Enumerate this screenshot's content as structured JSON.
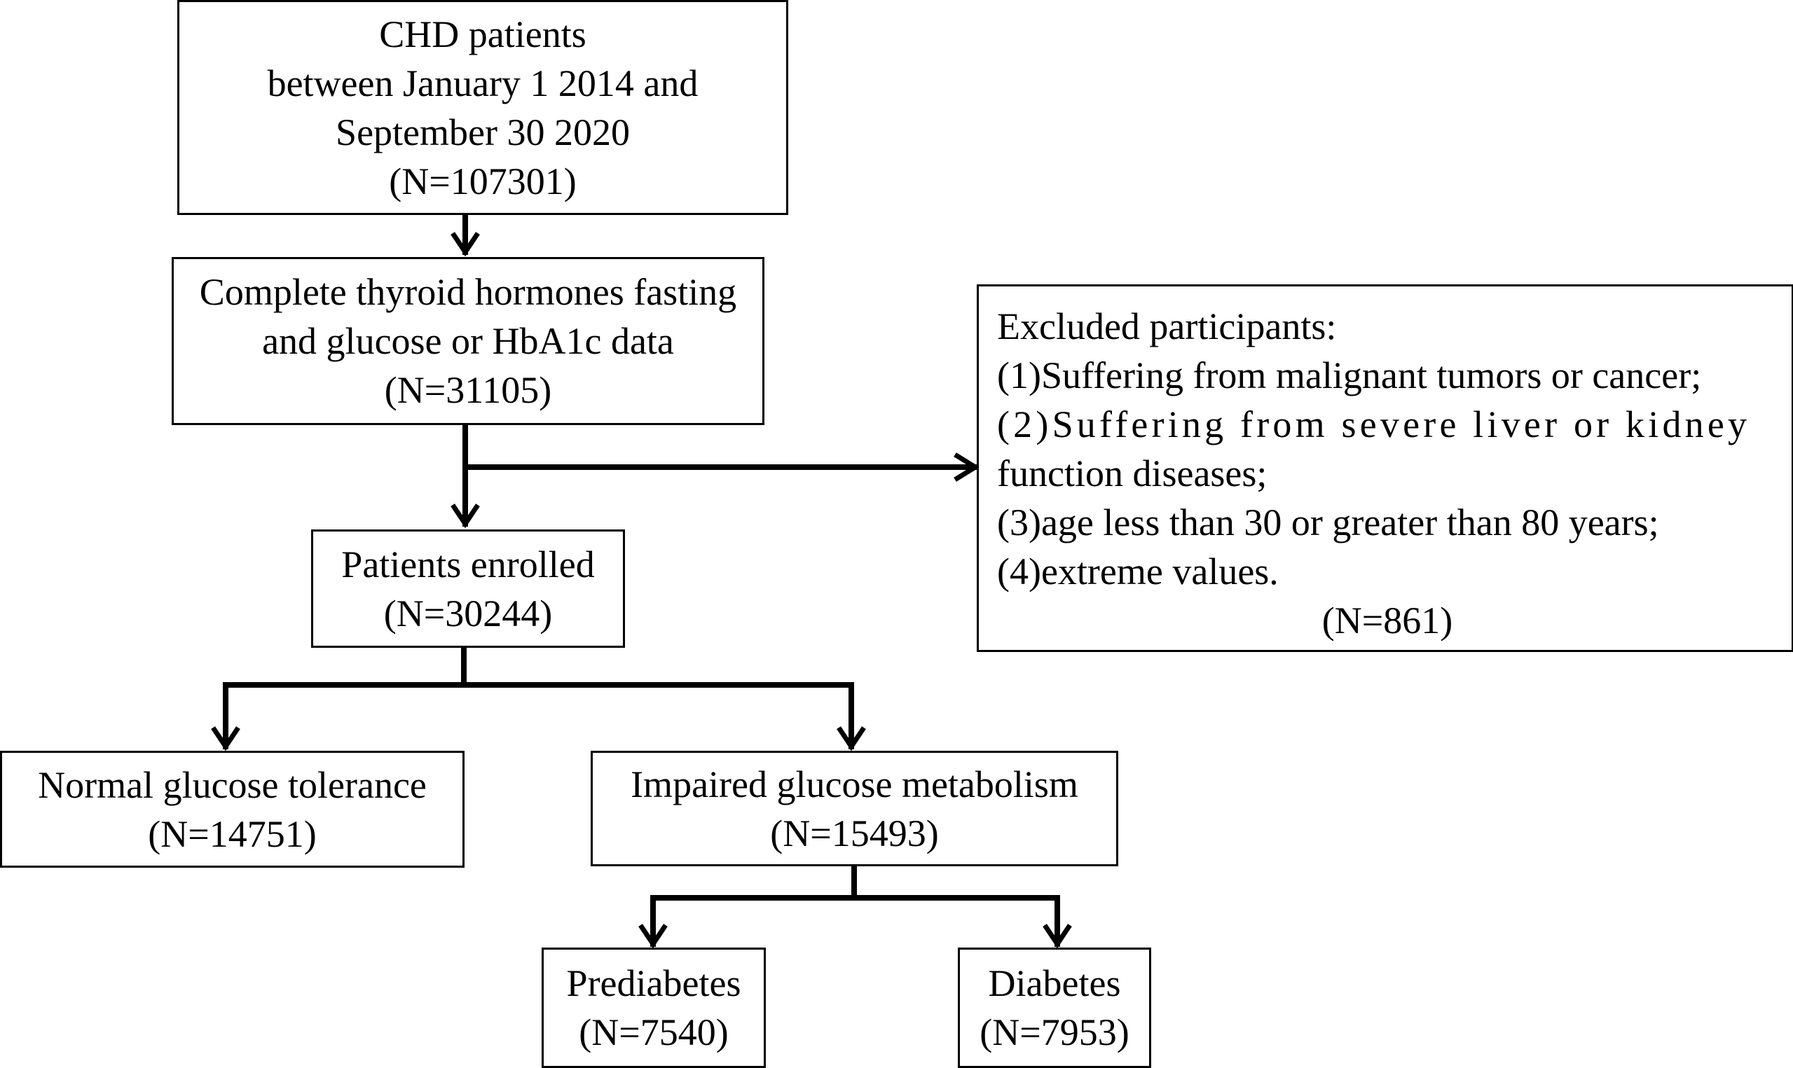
{
  "flowchart": {
    "source": {
      "line1": "CHD patients",
      "line2": "between January 1 2014 and",
      "line3": "September 30 2020",
      "count": "(N=107301)"
    },
    "complete_data": {
      "line1": "Complete thyroid hormones fasting",
      "line2": "and glucose or HbA1c data",
      "count": "(N=31105)"
    },
    "excluded": {
      "title": "Excluded participants:",
      "criteria": [
        "(1)Suffering from malignant tumors or cancer;",
        "(2)Suffering from severe liver or kidney",
        "function diseases;",
        "(3)age less than 30 or greater than 80 years;",
        "(4)extreme values."
      ],
      "count": "(N=861)"
    },
    "enrolled": {
      "label": "Patients enrolled",
      "count": "(N=30244)"
    },
    "normal": {
      "label": "Normal glucose tolerance",
      "count": "(N=14751)"
    },
    "impaired": {
      "label": "Impaired glucose metabolism",
      "count": "(N=15493)"
    },
    "prediabetes": {
      "label": "Prediabetes",
      "count": "(N=7540)"
    },
    "diabetes": {
      "label": "Diabetes",
      "count": "(N=7953)"
    }
  }
}
